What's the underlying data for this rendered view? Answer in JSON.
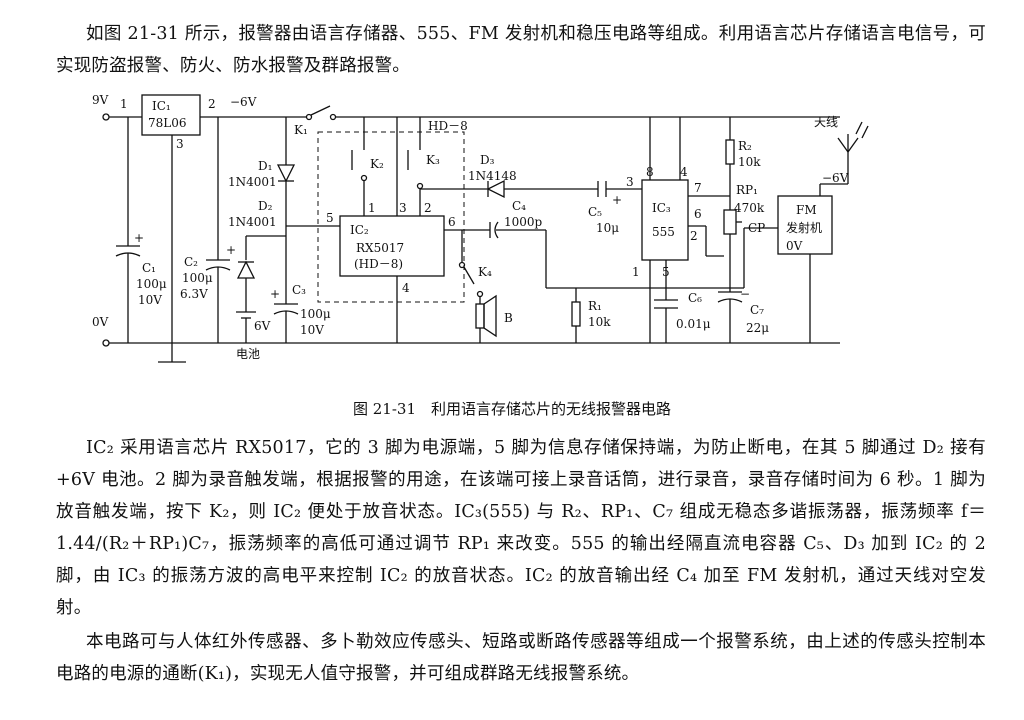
{
  "intro": "如图 21-31 所示，报警器由语言存储器、555、FM 发射机和稳压电路等组成。利用语言芯片存储语言电信号，可实现防盗报警、防火、防水报警及群路报警。",
  "figure_caption": "图 21-31　利用语言存储芯片的无线报警器电路",
  "body_paragraph_1": "IC₂ 采用语言芯片 RX5017，它的 3 脚为电源端，5 脚为信息存储保持端，为防止断电，在其 5 脚通过 D₂ 接有 +6V 电池。2 脚为录音触发端，根据报警的用途，在该端可接上录音话筒，进行录音，录音存储时间为 6 秒。1 脚为放音触发端，按下 K₂，则 IC₂ 便处于放音状态。IC₃(555) 与 R₂、RP₁、C₇ 组成无稳态多谐振荡器，振荡频率 f＝1.44/(R₂＋RP₁)C₇，振荡频率的高低可通过调节 RP₁ 来改变。555 的输出经隔直流电容器 C₅、D₃ 加到 IC₂ 的 2 脚，由 IC₃ 的振荡方波的高电平来控制 IC₂ 的放音状态。IC₂ 的放音输出经 C₄ 加至 FM 发射机，通过天线对空发射。",
  "body_paragraph_2": "本电路可与人体红外传感器、多卜勒效应传感头、短路或断路传感器等组成一个报警系统，由上述的传感头控制本电路的电源的通断(K₁)，实现无人值守报警，并可组成群路无线报警系统。",
  "schematic": {
    "rail_9v": "9V",
    "rail_0v": "0V",
    "neg6v_top": "−6V",
    "neg6v_fm": "−6V",
    "ic1_name": "IC₁",
    "ic1_part": "78L06",
    "ic1_pin1": "1",
    "ic1_pin2": "2",
    "ic1_pin3": "3",
    "k1": "K₁",
    "k2": "K₂",
    "k3": "K₃",
    "k4": "K₄",
    "hd8": "HD－8",
    "d1": "D₁",
    "d1_part": "1N4001",
    "d2": "D₂",
    "d2_part": "1N4001",
    "d3": "D₃",
    "d3_part": "1N4148",
    "c1": "C₁",
    "c1_v": "100μ",
    "c1_r": "10V",
    "c2": "C₂",
    "c2_v": "100μ",
    "c2_r": "6.3V",
    "c3": "C₃",
    "c3_v": "100μ",
    "c3_r": "10V",
    "c4": "C₄",
    "c4_v": "1000p",
    "c5": "C₅",
    "c5_v": "10μ",
    "c6": "C₆",
    "c6_v": "0.01μ",
    "c7": "C₇",
    "c7_v": "22μ",
    "ic2_name": "IC₂",
    "ic2_part": "RX5017",
    "ic2_sub": "(HD－8)",
    "ic2_pin1": "1",
    "ic2_pin2": "2",
    "ic2_pin3": "3",
    "ic2_pin4": "4",
    "ic2_pin5": "5",
    "ic2_pin6": "6",
    "ic3_name": "IC₃",
    "ic3_part": "555",
    "ic3_pin1": "1",
    "ic3_pin2": "2",
    "ic3_pin3": "3",
    "ic3_pin4": "4",
    "ic3_pin5": "5",
    "ic3_pin6": "6",
    "ic3_pin7": "7",
    "ic3_pin8": "8",
    "r1": "R₁",
    "r1_v": "10k",
    "r2": "R₂",
    "r2_v": "10k",
    "rp1": "RP₁",
    "rp1_v": "470k",
    "battery_v": "6V",
    "battery_label": "电池",
    "speaker": "B",
    "antenna": "天线",
    "fm_line1": "FM",
    "fm_line2": "发射机",
    "fm_cp": "CP",
    "fm_0v": "0V",
    "plus": "+",
    "minus": "−"
  }
}
